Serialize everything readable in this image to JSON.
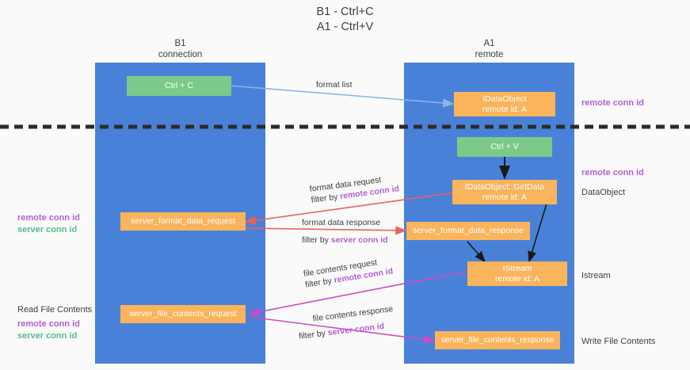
{
  "title": {
    "line1": "B1 - Ctrl+C",
    "line2": "A1 - Ctrl+V"
  },
  "lanes": [
    {
      "id": "b1",
      "name": "B1",
      "role": "connection",
      "color": "#4a81d8"
    },
    {
      "id": "a1",
      "name": "A1",
      "role": "remote",
      "color": "#4a81d8"
    }
  ],
  "nodes": {
    "ctrl_c": {
      "label": "Ctrl + C",
      "color": "#7dc98a"
    },
    "ctrl_v": {
      "label": "Ctrl + V",
      "color": "#7dc98a"
    },
    "idataobject": {
      "line1": "IDataObject",
      "line2": "remote id: A",
      "color": "#f9b45c"
    },
    "idataobject_getdata": {
      "line1": "IDataObject::GetData",
      "line2": "remote id: A",
      "color": "#f9b45c"
    },
    "istream": {
      "line1": "IStream",
      "line2": "remote id: A",
      "color": "#f9b45c"
    },
    "server_format_data_request": {
      "label": "server_format_data_request",
      "color": "#f9b45c"
    },
    "server_format_data_response": {
      "label": "server_format_data_response",
      "color": "#f9b45c"
    },
    "server_file_contents_request": {
      "label": "server_file_contents_request",
      "color": "#f9b45c"
    },
    "server_file_contents_response": {
      "label": "server_file_contents_response",
      "color": "#f9b45c"
    }
  },
  "edges": {
    "format_list": {
      "label": "format list",
      "color": "#8ab4e8"
    },
    "format_data_request": {
      "label": "format data request",
      "filter_prefix": "filter by ",
      "filter_key": "remote conn id",
      "color": "#e8635a"
    },
    "format_data_response": {
      "label": "format data response",
      "filter_prefix": "filter by ",
      "filter_key": "server conn id",
      "color": "#e8635a"
    },
    "file_contents_request": {
      "label": "file contents request",
      "filter_prefix": "filter by ",
      "filter_key": "remote conn id",
      "color": "#cc4bc2"
    },
    "file_contents_response": {
      "label": "file contents response",
      "filter_prefix": "filter by ",
      "filter_key": "server conn id",
      "color": "#cc4bc2"
    }
  },
  "annotations": {
    "right_remote_conn_id_top": "remote conn id",
    "right_remote_conn_id_mid": "remote conn id",
    "right_dataobject": "DataObject",
    "right_istream": "Istream",
    "right_write_file_contents": "Write File Contents",
    "left_read_file_contents": "Read File Contents",
    "left_remote_conn_id": "remote conn id",
    "left_server_conn_id": "server conn id",
    "left_read_remote_conn_id": "remote conn id",
    "left_read_server_conn_id": "server conn id"
  },
  "colors": {
    "lane": "#4a81d8",
    "green_node": "#7dc98a",
    "orange_node": "#f9b45c",
    "purple_text": "#b45fd4",
    "green_text": "#57bb8a",
    "divider": "#2b2b2b"
  }
}
